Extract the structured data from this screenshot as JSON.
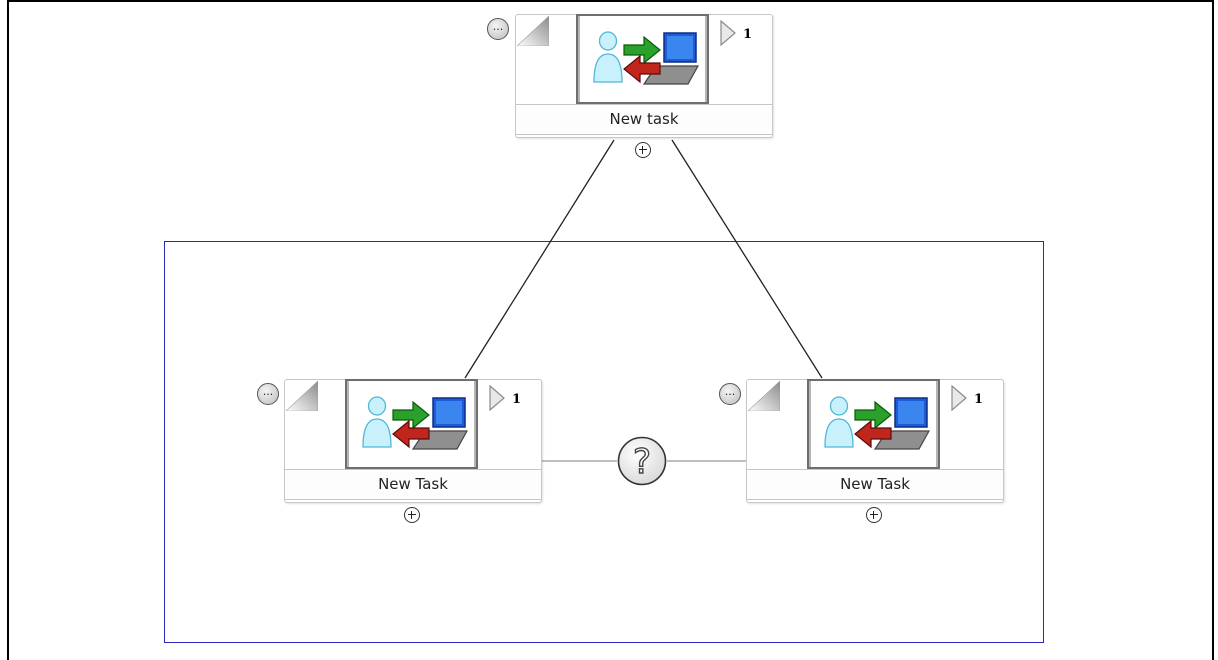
{
  "workflow": {
    "top_task": {
      "label": "New task",
      "count": "1",
      "icon": "user-computer-exchange-icon"
    },
    "left_task": {
      "label": "New Task",
      "count": "1",
      "icon": "user-computer-exchange-icon"
    },
    "right_task": {
      "label": "New Task",
      "count": "1",
      "icon": "user-computer-exchange-icon"
    },
    "decision": {
      "symbol": "?",
      "icon": "question-mark-icon"
    },
    "menu_symbol": "...",
    "colors": {
      "group_border": "#2a2ab8",
      "connector": "#222222",
      "green_arrow": "#2aa12a",
      "red_arrow": "#c0261c",
      "monitor": "#1e5bd8",
      "person": "#9ee3f7"
    }
  }
}
